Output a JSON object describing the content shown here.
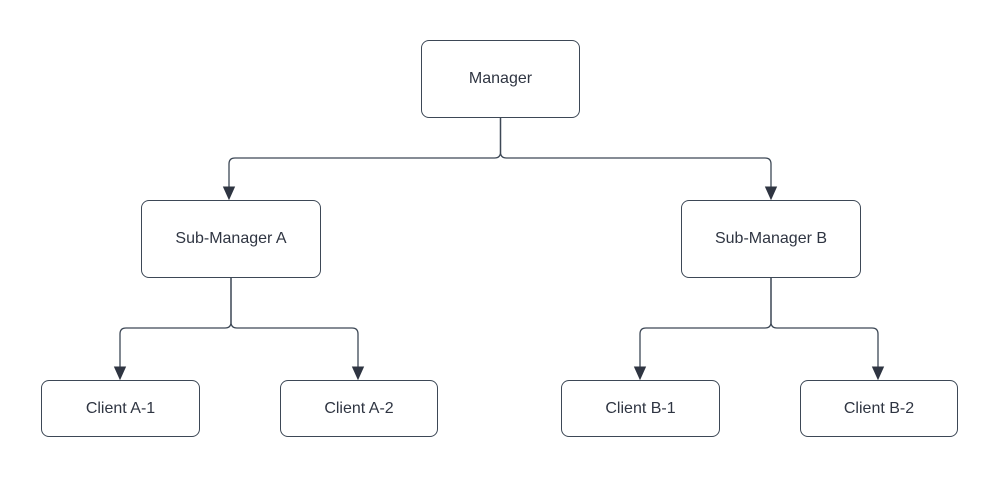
{
  "diagram": {
    "title": "Manager hierarchy flowchart",
    "background_color": "#ffffff",
    "node_fill_color": "#ffffff",
    "stroke_color": "#3d4856",
    "arrow_color": "#2f3542",
    "text_color": "#2f3542",
    "nodes": [
      {
        "id": "manager",
        "label": "Manager"
      },
      {
        "id": "sub-manager-a",
        "label": "Sub-Manager A"
      },
      {
        "id": "sub-manager-b",
        "label": "Sub-Manager B"
      },
      {
        "id": "client-a-1",
        "label": "Client A-1"
      },
      {
        "id": "client-a-2",
        "label": "Client A-2"
      },
      {
        "id": "client-b-1",
        "label": "Client B-1"
      },
      {
        "id": "client-b-2",
        "label": "Client B-2"
      }
    ],
    "edges": [
      {
        "from": "Manager",
        "to": "Sub-Manager A",
        "arrow": "filled-triangle"
      },
      {
        "from": "Manager",
        "to": "Sub-Manager B",
        "arrow": "filled-triangle"
      },
      {
        "from": "Sub-Manager A",
        "to": "Client A-1",
        "arrow": "filled-triangle"
      },
      {
        "from": "Sub-Manager A",
        "to": "Client A-2",
        "arrow": "filled-triangle"
      },
      {
        "from": "Sub-Manager B",
        "to": "Client B-1",
        "arrow": "filled-triangle"
      },
      {
        "from": "Sub-Manager B",
        "to": "Client B-2",
        "arrow": "filled-triangle"
      }
    ]
  }
}
